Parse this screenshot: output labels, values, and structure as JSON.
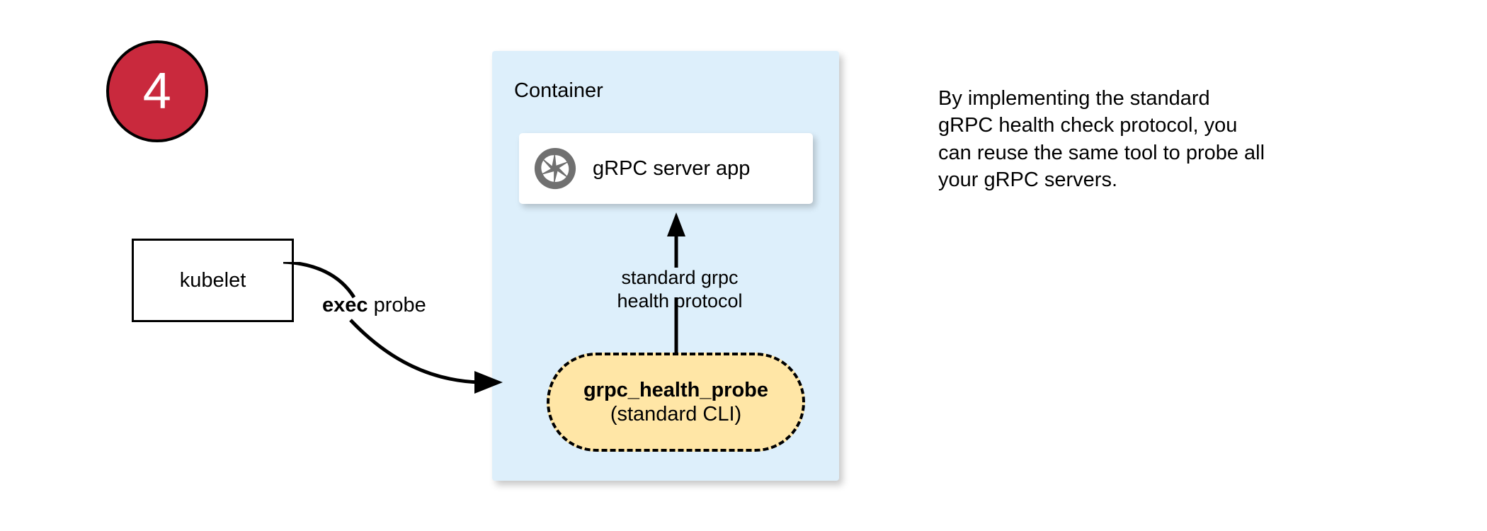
{
  "step": {
    "number": "4",
    "circle_color": "#c9293d",
    "text_color": "#ffffff"
  },
  "kubelet": {
    "label": "kubelet"
  },
  "container": {
    "title": "Container",
    "fill_color": "#ddeffb"
  },
  "grpc_server": {
    "label": "gRPC server app",
    "icon": "aperture-icon",
    "icon_color": "#707070",
    "card_color": "#ffffff"
  },
  "health_probe": {
    "name": "grpc_health_probe",
    "subtitle": "(standard CLI)",
    "fill_color": "#ffe6a6",
    "border_style": "dashed"
  },
  "edges": {
    "exec_probe_bold": "exec",
    "exec_probe_rest": " probe",
    "protocol_line_1": "standard grpc",
    "protocol_line_2": "health protocol"
  },
  "annotation": {
    "line_1": "By implementing the standard",
    "line_2": "gRPC health check protocol, you",
    "line_3": "can reuse the same tool to probe all",
    "line_4": "your gRPC servers."
  }
}
